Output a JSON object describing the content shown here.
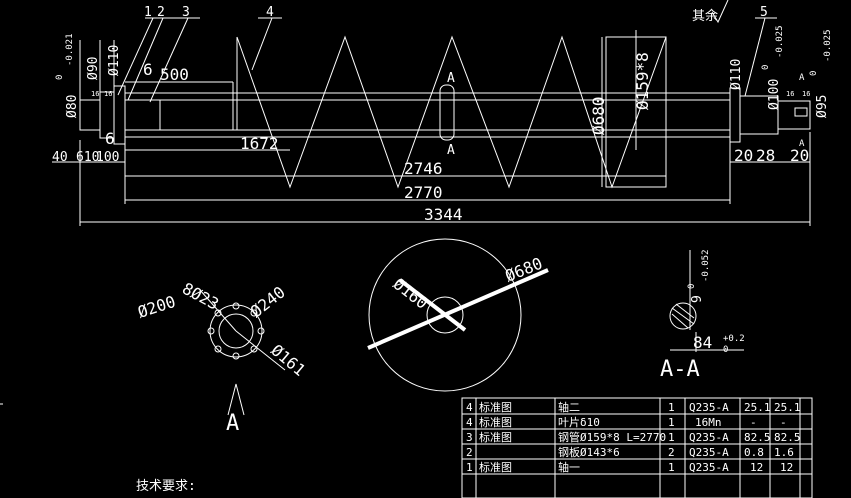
{
  "drawing": {
    "leaders": [
      "1",
      "2",
      "3",
      "4",
      "5"
    ],
    "roughness_note": "其余",
    "left_end": {
      "phi80": "Ø80",
      "phi80_tol": "0",
      "phi80_tol2": "-0.021",
      "phi90": "Ø90",
      "phi110": "Ø110",
      "len_small1": "16",
      "len_small2": "16",
      "len6_top": "6",
      "len6_bot": "6",
      "len40": "40",
      "len610": "610",
      "len100": "100"
    },
    "dimensions": {
      "d500": "500",
      "d1672": "1672",
      "d2746": "2746",
      "d2770": "2770",
      "d3344": "3344",
      "phi159x8": "Ø159*8",
      "phi680": "Ø680",
      "section_mark_top": "A",
      "section_mark_bot": "A"
    },
    "right_end": {
      "phi110": "Ø110",
      "phi100": "Ø100",
      "phi100_tol": "0",
      "phi100_tol2": "-0.025",
      "phi95": "Ø95",
      "phi95_tol": "0",
      "phi95_tol2": "-0.025",
      "len16a": "16",
      "len16b": "16",
      "d20a": "20",
      "d28": "28",
      "d20b": "20",
      "mark_a_top": "A",
      "mark_a_bot": "A"
    },
    "flange_view": {
      "holes": "8Ø23",
      "phi200": "Ø200",
      "phi240": "Ø240",
      "phi161": "Ø161",
      "arrow_label": "A"
    },
    "disc_view": {
      "phi160": "Ø160",
      "phi680": "Ø680"
    },
    "section_view": {
      "tol_top": "0",
      "tol_bot": "-0.052",
      "phi_label": "9",
      "dim84": "84",
      "dim84_tol": "+0.2",
      "dim84_tol2": "0",
      "title": "A-A"
    },
    "tech_req": "技术要求:"
  },
  "bom": {
    "rows": [
      {
        "no": "4",
        "std": "标准图",
        "name": "轴二",
        "qty": "1",
        "mat": "Q235-A",
        "w1": "25.1",
        "w2": "25.1"
      },
      {
        "no": "4",
        "std": "标准图",
        "name": "叶片δ10",
        "qty": "1",
        "mat": "16Mn",
        "w1": "-",
        "w2": "-"
      },
      {
        "no": "3",
        "std": "标准图",
        "name": "钢管Ø159*8 L=2770",
        "qty": "1",
        "mat": "Q235-A",
        "w1": "82.5",
        "w2": "82.5"
      },
      {
        "no": "2",
        "std": "",
        "name": "钢板Ø143*6",
        "qty": "2",
        "mat": "Q235-A",
        "w1": "0.8",
        "w2": "1.6"
      },
      {
        "no": "1",
        "std": "标准图",
        "name": "轴一",
        "qty": "1",
        "mat": "Q235-A",
        "w1": "12",
        "w2": "12"
      }
    ]
  }
}
